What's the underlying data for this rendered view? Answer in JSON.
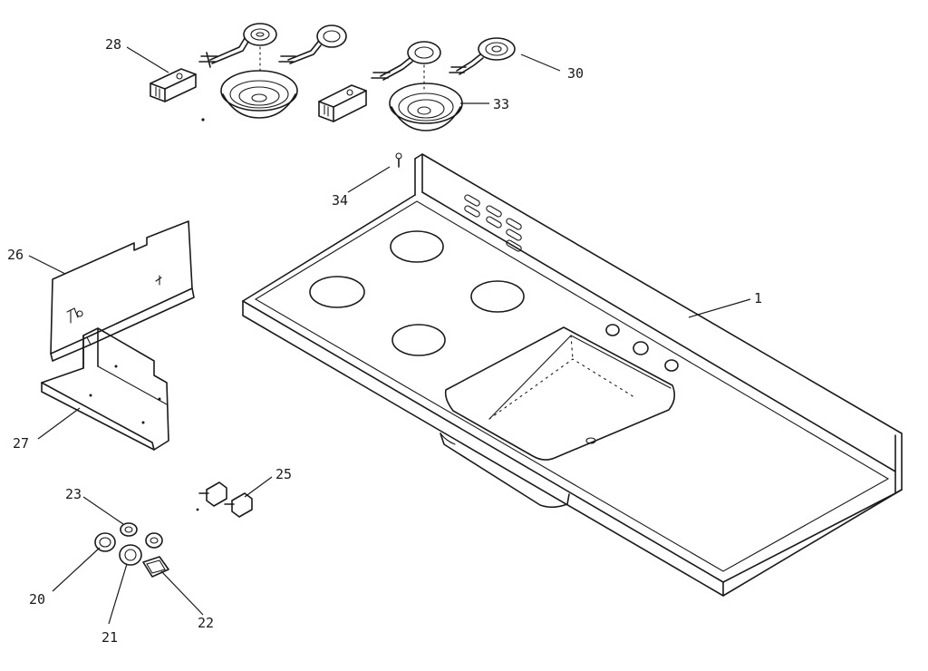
{
  "callouts": {
    "c1": "1",
    "c20": "20",
    "c21": "21",
    "c22": "22",
    "c23": "23",
    "c25": "25",
    "c26": "26",
    "c27": "27",
    "c28": "28",
    "c30": "30",
    "c33": "33",
    "c34": "34"
  }
}
